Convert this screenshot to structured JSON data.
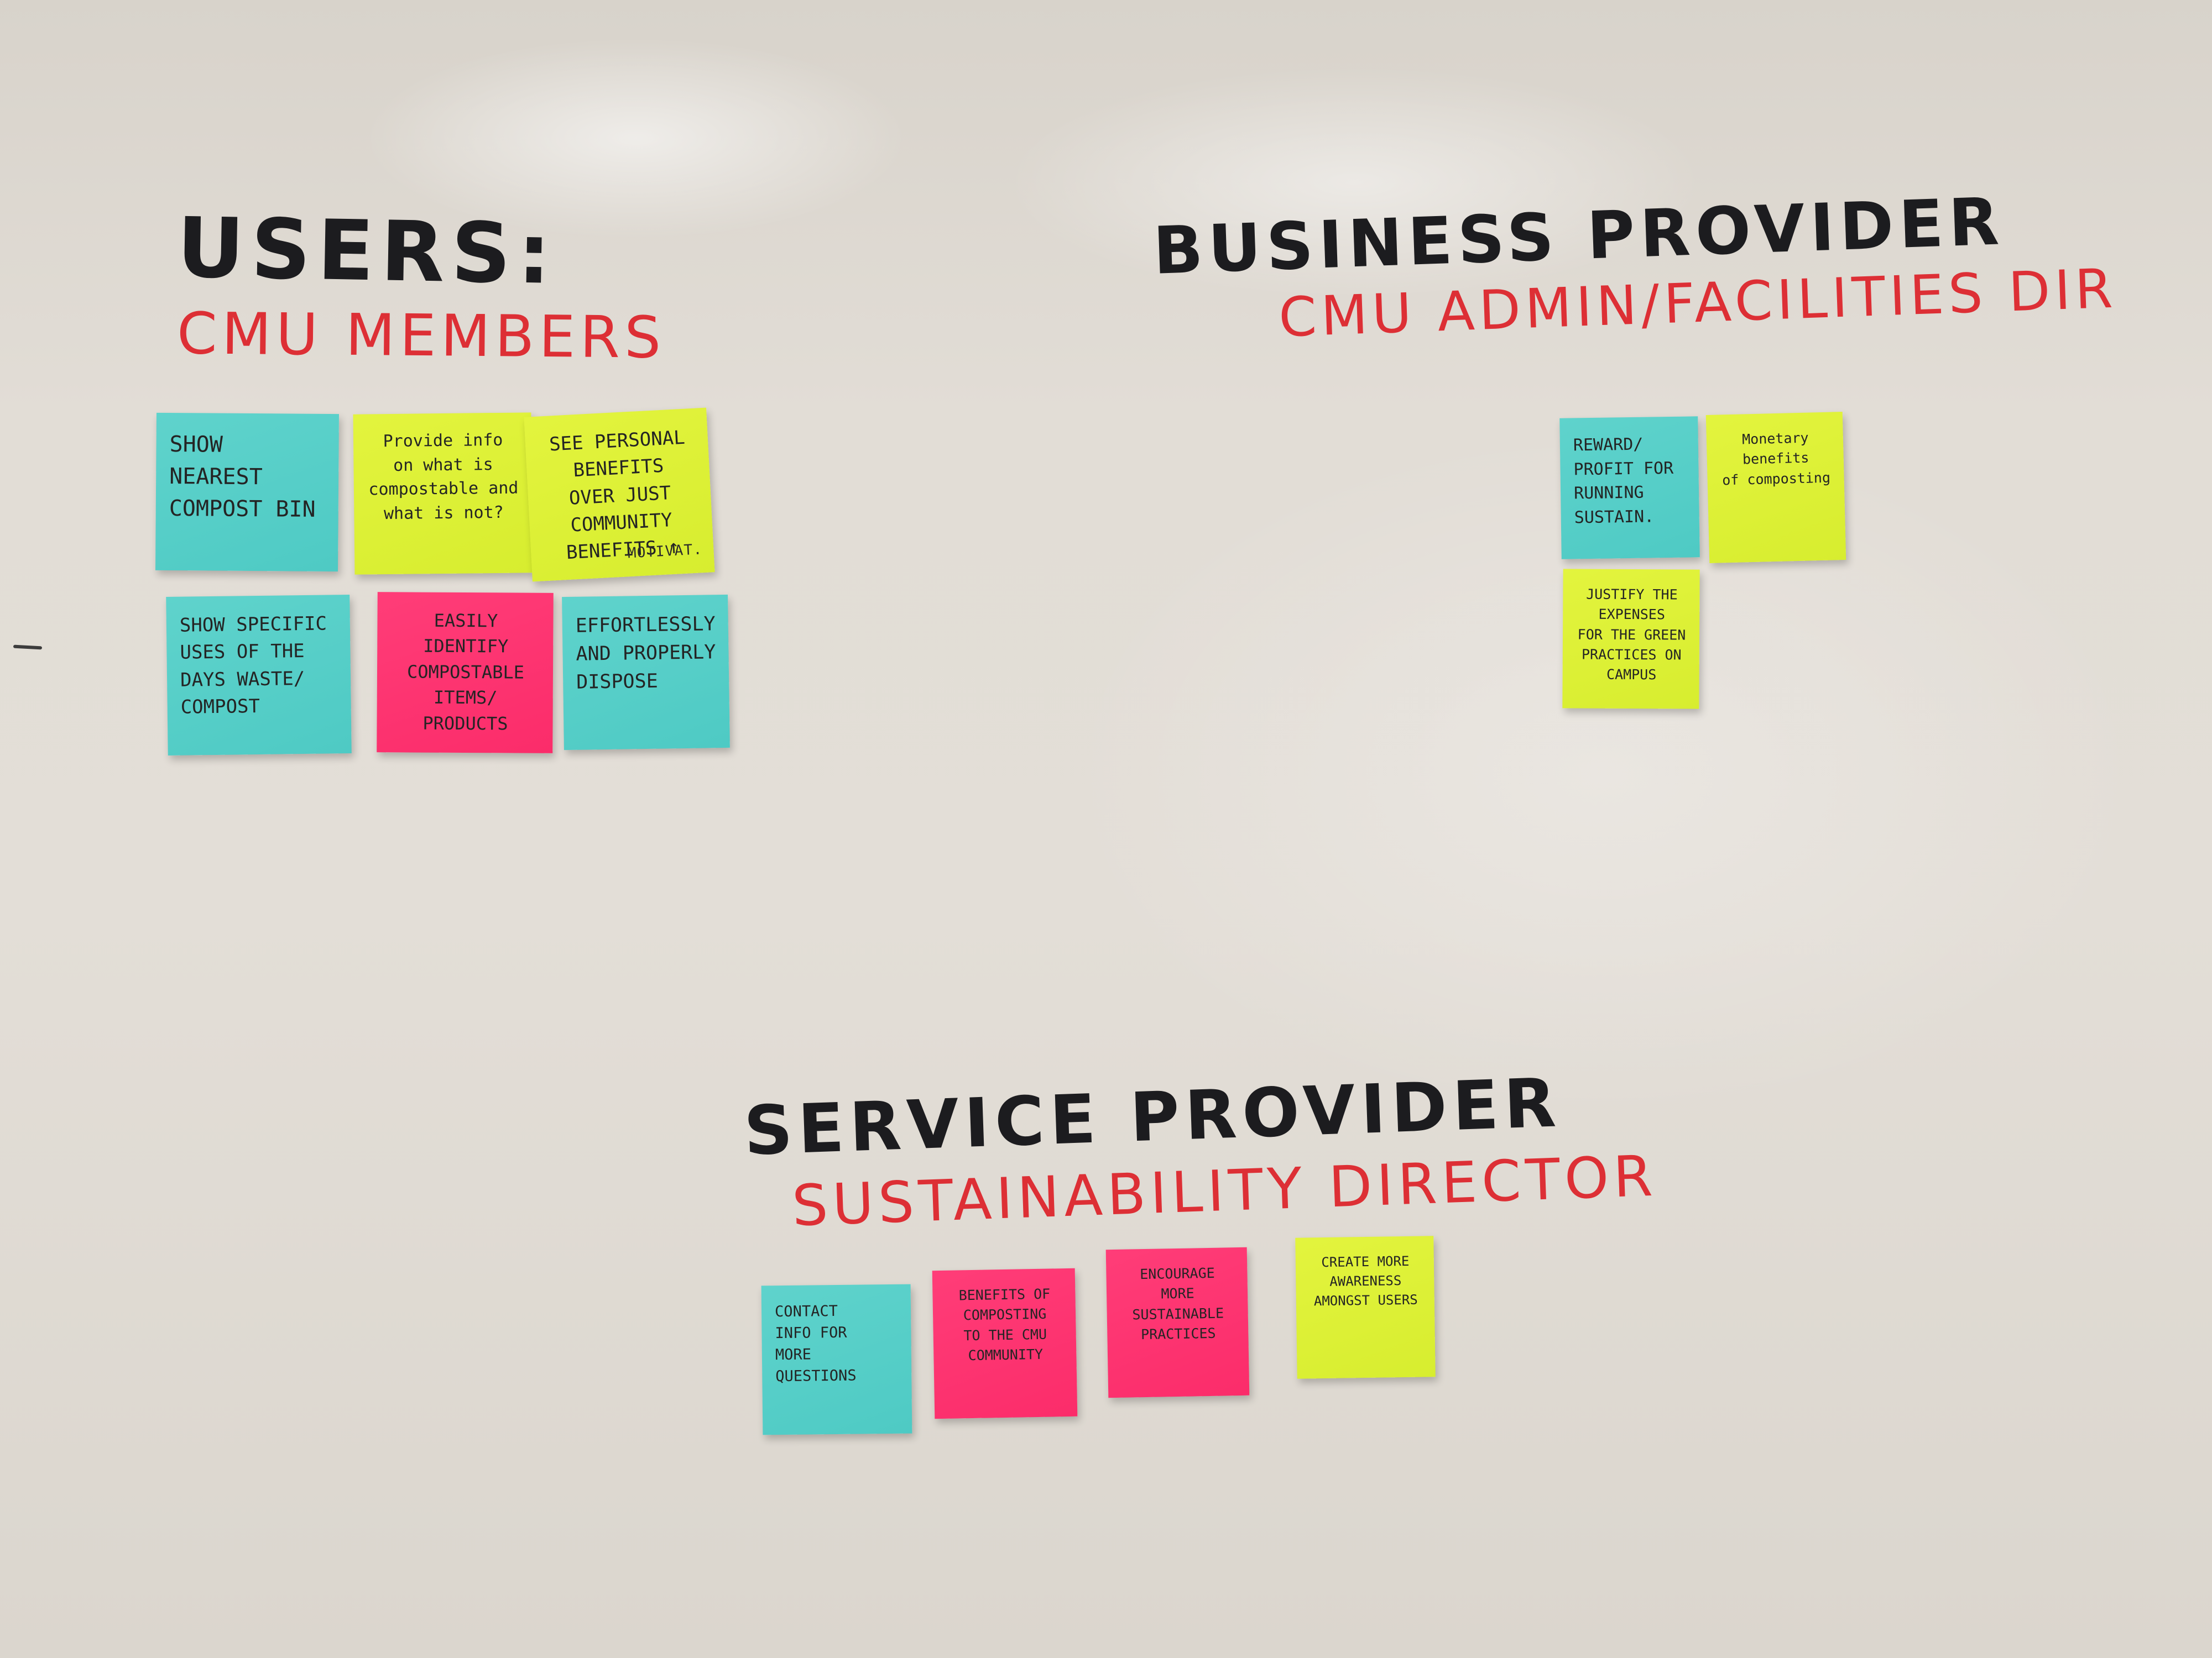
{
  "colors": {
    "board": "#e2ddd6",
    "marker_black": "#1c1c1f",
    "marker_red": "#dd2f35",
    "note_teal": "#52ccc6",
    "note_lime": "#dcef33",
    "note_pink": "#fd3070"
  },
  "users": {
    "title": "USERS:",
    "subtitle": "CMU MEMBERS",
    "notes": [
      {
        "color": "teal",
        "text": "SHOW NEAREST\nCOMPOST BIN"
      },
      {
        "color": "lime",
        "text": "Provide info\non what is\ncompostable and\nwhat is not?"
      },
      {
        "color": "lime",
        "text": "SEE PERSONAL\nBENEFITS\nOVER JUST\nCOMMUNITY\nBENEFITS ↑",
        "tag": "MOTIVAT."
      },
      {
        "color": "teal",
        "text": "SHOW SPECIFIC\nUSES OF THE\nDAYS WASTE/\nCOMPOST"
      },
      {
        "color": "pink",
        "text": "EASILY IDENTIFY\nCOMPOSTABLE\nITEMS/\nPRODUCTS"
      },
      {
        "color": "teal",
        "text": "EFFORTLESSLY\nAND PROPERLY\nDISPOSE"
      }
    ]
  },
  "business": {
    "title": "BUSINESS PROVIDER",
    "subtitle": "CMU ADMIN/FACILITIES DIR",
    "notes": [
      {
        "color": "teal",
        "text": "REWARD/\nPROFIT FOR\nRUNNING\nSUSTAIN."
      },
      {
        "color": "lime",
        "text": "Monetary benefits\nof composting"
      },
      {
        "color": "lime",
        "text": "JUSTIFY THE\nEXPENSES\nFOR THE GREEN\nPRACTICES ON\nCAMPUS"
      }
    ]
  },
  "service": {
    "title": "SERVICE PROVIDER",
    "subtitle": "SUSTAINABILITY DIRECTOR",
    "notes": [
      {
        "color": "teal",
        "text": "CONTACT\nINFO FOR\nMORE QUESTIONS"
      },
      {
        "color": "pink",
        "text": "BENEFITS OF\nCOMPOSTING\nTO THE CMU\nCOMMUNITY"
      },
      {
        "color": "pink",
        "text": "ENCOURAGE\nMORE\nSUSTAINABLE\nPRACTICES"
      },
      {
        "color": "lime",
        "text": "CREATE MORE\nAWARENESS\nAMONGST USERS"
      }
    ]
  }
}
